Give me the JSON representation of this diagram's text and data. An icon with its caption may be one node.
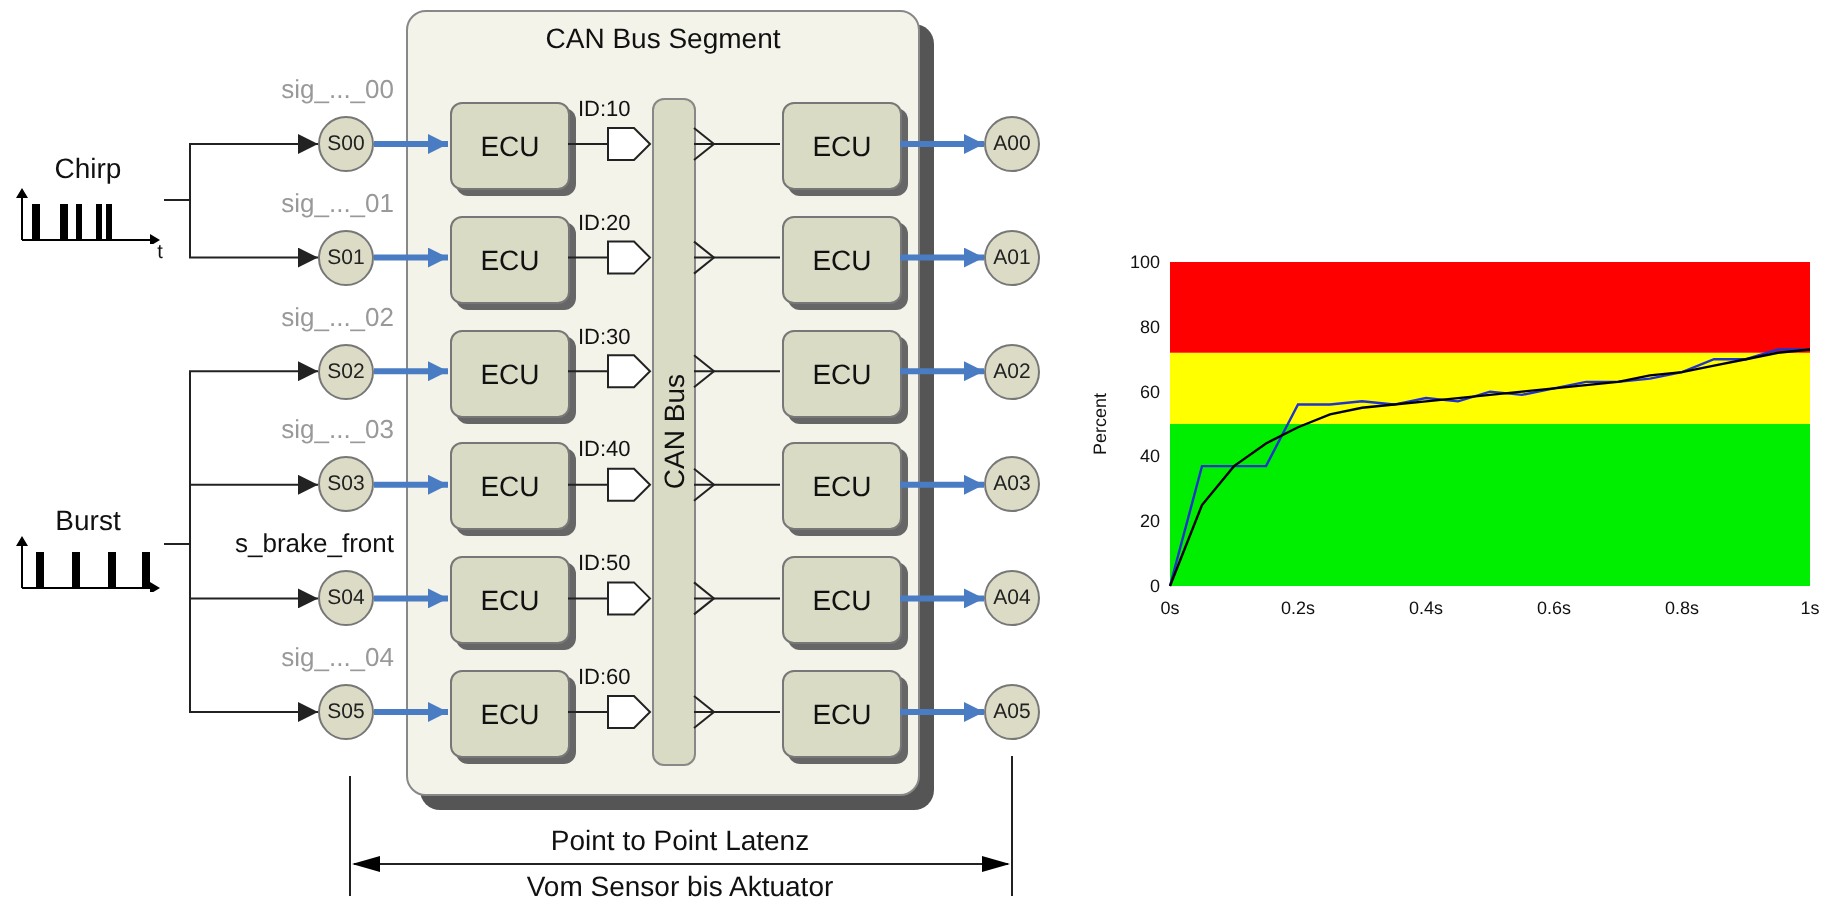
{
  "diagram": {
    "nodes": [
      {
        "text": [
          "Chirp"
        ]
      },
      {
        "text": [
          "Burst"
        ]
      },
      {
        "text": [
          "S00"
        ],
        "beside": [
          "sig_..._00"
        ]
      },
      {
        "text": [
          "S01"
        ],
        "beside": [
          "sig_..._01"
        ]
      },
      {
        "text": [
          "S02"
        ],
        "beside": [
          "sig_..._02"
        ]
      },
      {
        "text": [
          "S03"
        ],
        "beside": [
          "sig_..._03"
        ]
      },
      {
        "text": [
          "S04"
        ],
        "beside": [
          "s_brake_front"
        ]
      },
      {
        "text": [
          "S05"
        ],
        "beside": [
          "sig_..._04"
        ]
      },
      {
        "text": [
          "CAN Bus Segment"
        ]
      },
      {
        "text": [
          "ECU"
        ],
        "in": 8
      },
      {
        "text": [
          "ECU"
        ],
        "in": 8
      },
      {
        "text": [
          "ECU"
        ],
        "in": 8
      },
      {
        "text": [
          "ECU"
        ],
        "in": 8
      },
      {
        "text": [
          "ECU"
        ],
        "in": 8
      },
      {
        "text": [
          "ECU"
        ],
        "in": 8
      },
      {
        "text": [
          "CAN Bus"
        ],
        "in": 8
      },
      {
        "text": [
          "ECU"
        ],
        "in": 8
      },
      {
        "text": [
          "ECU"
        ],
        "in": 8
      },
      {
        "text": [
          "ECU"
        ],
        "in": 8
      },
      {
        "text": [
          "ECU"
        ],
        "in": 8
      },
      {
        "text": [
          "ECU"
        ],
        "in": 8
      },
      {
        "text": [
          "ECU"
        ],
        "in": 8
      },
      {
        "text": [
          "A00"
        ]
      },
      {
        "text": [
          "A01"
        ]
      },
      {
        "text": [
          "A02"
        ]
      },
      {
        "text": [
          "A03"
        ]
      },
      {
        "text": [
          "A04"
        ]
      },
      {
        "text": [
          "A05"
        ]
      }
    ],
    "edges": [
      {
        "from": 0,
        "to": 2,
        "arrow": "to"
      },
      {
        "from": 0,
        "to": 3,
        "arrow": "to"
      },
      {
        "from": 1,
        "to": 4,
        "arrow": "to"
      },
      {
        "from": 1,
        "to": 5,
        "arrow": "to"
      },
      {
        "from": 1,
        "to": 6,
        "arrow": "to"
      },
      {
        "from": 1,
        "to": 7,
        "arrow": "to"
      },
      {
        "from": 2,
        "to": 9,
        "arrow": "to",
        "style": "thick",
        "color": "#4a7cc4"
      },
      {
        "from": 3,
        "to": 10,
        "arrow": "to",
        "style": "thick",
        "color": "#4a7cc4"
      },
      {
        "from": 4,
        "to": 11,
        "arrow": "to",
        "style": "thick",
        "color": "#4a7cc4"
      },
      {
        "from": 5,
        "to": 12,
        "arrow": "to",
        "style": "thick",
        "color": "#4a7cc4"
      },
      {
        "from": 6,
        "to": 13,
        "arrow": "to",
        "style": "thick",
        "color": "#4a7cc4"
      },
      {
        "from": 7,
        "to": 14,
        "arrow": "to",
        "style": "thick",
        "color": "#4a7cc4"
      },
      {
        "from": 9,
        "to": 15,
        "arrow": "to",
        "label": "ID:10"
      },
      {
        "from": 10,
        "to": 15,
        "arrow": "to",
        "label": "ID:20"
      },
      {
        "from": 11,
        "to": 15,
        "arrow": "to",
        "label": "ID:30"
      },
      {
        "from": 12,
        "to": 15,
        "arrow": "to",
        "label": "ID:40"
      },
      {
        "from": 13,
        "to": 15,
        "arrow": "to",
        "label": "ID:50"
      },
      {
        "from": 14,
        "to": 15,
        "arrow": "to",
        "label": "ID:60"
      },
      {
        "from": 16,
        "to": 15,
        "arrow": "other"
      },
      {
        "from": 17,
        "to": 15,
        "arrow": "other"
      },
      {
        "from": 18,
        "to": 15,
        "arrow": "other"
      },
      {
        "from": 19,
        "to": 15,
        "arrow": "other"
      },
      {
        "from": 20,
        "to": 15,
        "arrow": "other"
      },
      {
        "from": 21,
        "to": 15,
        "arrow": "other"
      },
      {
        "from": 16,
        "to": 22,
        "arrow": "to",
        "style": "thick",
        "color": "#4a7cc4"
      },
      {
        "from": 17,
        "to": 23,
        "arrow": "to",
        "style": "thick",
        "color": "#4a7cc4"
      },
      {
        "from": 18,
        "to": 24,
        "arrow": "to",
        "style": "thick",
        "color": "#4a7cc4"
      },
      {
        "from": 19,
        "to": 25,
        "arrow": "to",
        "style": "thick",
        "color": "#4a7cc4"
      },
      {
        "from": 20,
        "to": 26,
        "arrow": "to",
        "style": "thick",
        "color": "#4a7cc4"
      },
      {
        "from": 21,
        "to": 27,
        "arrow": "to",
        "style": "thick",
        "color": "#4a7cc4"
      }
    ],
    "labels": [
      "t",
      "Point to Point Latenz",
      "Vom Sensor bis Aktuator"
    ],
    "chart_data": {
      "type": "line",
      "ylabel": "Percent",
      "x": [
        0,
        0.05,
        0.1,
        0.15,
        0.2,
        0.25,
        0.3,
        0.35,
        0.4,
        0.45,
        0.5,
        0.55,
        0.6,
        0.65,
        0.7,
        0.75,
        0.8,
        0.85,
        0.9,
        0.95,
        1
      ],
      "series": [
        {
          "color": "#2233cc",
          "values": [
            0,
            37,
            37,
            37,
            56,
            56,
            57,
            56,
            58,
            57,
            60,
            59,
            61,
            63,
            63,
            64,
            66,
            70,
            70,
            73,
            73
          ]
        },
        {
          "color": "#000000",
          "values": [
            0,
            25,
            37,
            44,
            49,
            53,
            55,
            56,
            57,
            58,
            59,
            60,
            61,
            62,
            63,
            65,
            66,
            68,
            70,
            72,
            73
          ]
        }
      ],
      "xlim": [
        0,
        1
      ],
      "ylim": [
        0,
        100
      ],
      "xticks": [
        {
          "value": 0,
          "label": "0s"
        },
        {
          "value": 0.2,
          "label": "0.2s"
        },
        {
          "value": 0.4,
          "label": "0.4s"
        },
        {
          "value": 0.6,
          "label": "0.6s"
        },
        {
          "value": 0.8,
          "label": "0.8s"
        },
        {
          "value": 1,
          "label": "1s"
        }
      ],
      "yticks": [
        0,
        20,
        40,
        60,
        80,
        100
      ],
      "bands": [
        {
          "axis": "y",
          "from": 0,
          "to": 50,
          "color": "#00ee00"
        },
        {
          "axis": "y",
          "from": 50,
          "to": 72,
          "color": "#ffff00"
        },
        {
          "axis": "y",
          "from": 72,
          "to": 100,
          "color": "#ff0000"
        }
      ]
    }
  }
}
